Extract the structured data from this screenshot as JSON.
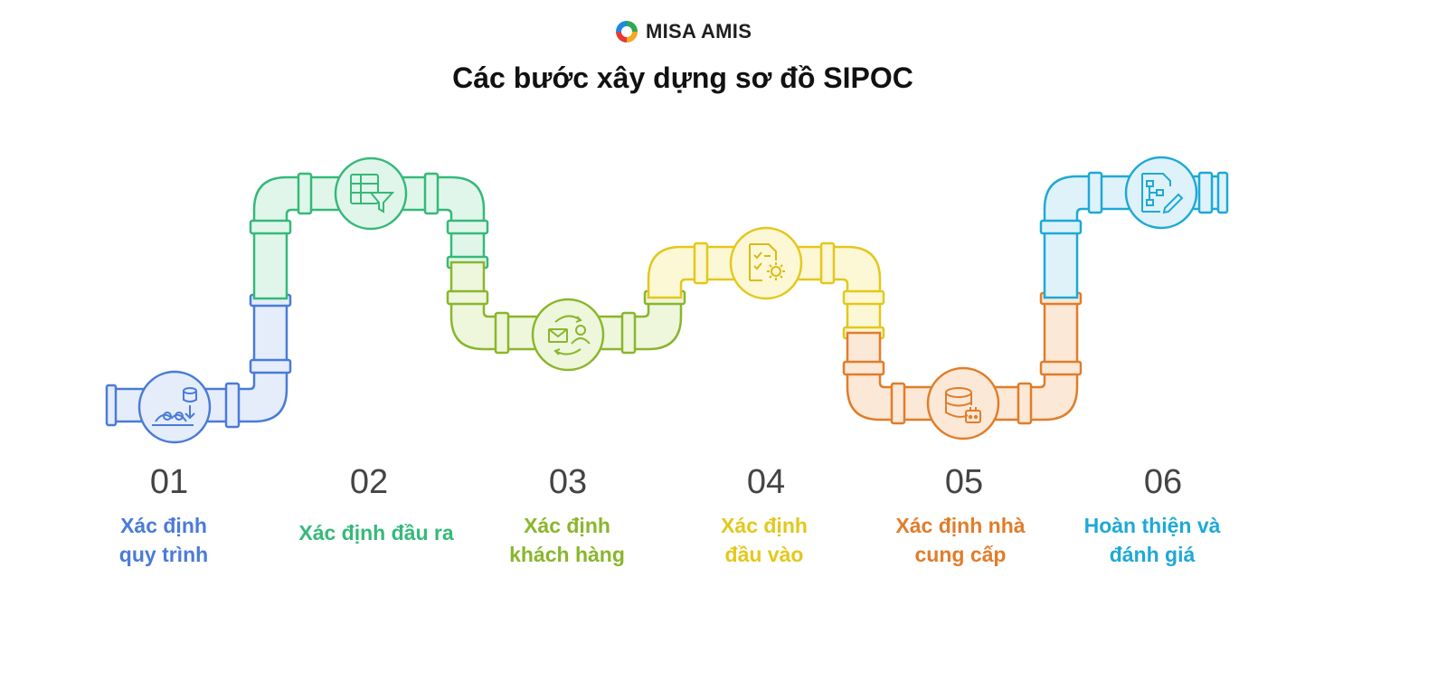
{
  "brand": {
    "name": "MISA AMIS"
  },
  "title": "Các bước xây dựng sơ đồ SIPOC",
  "steps": [
    {
      "number": "01",
      "label": "Xác định\nquy trình",
      "color": "#4a7bd8",
      "icon": "process-database-icon"
    },
    {
      "number": "02",
      "label": "Xác định đầu ra",
      "color": "#35b97a",
      "icon": "table-filter-icon"
    },
    {
      "number": "03",
      "label": "Xác định\nkhách hàng",
      "color": "#8ab62c",
      "icon": "customer-exchange-icon"
    },
    {
      "number": "04",
      "label": "Xác định\nđầu vào",
      "color": "#e3c81c",
      "icon": "checklist-gear-icon"
    },
    {
      "number": "05",
      "label": "Xác định nhà\ncung cấp",
      "color": "#e07d2a",
      "icon": "database-plug-icon"
    },
    {
      "number": "06",
      "label": "Hoàn thiện và\nđánh giá",
      "color": "#1ea9d6",
      "icon": "flowchart-edit-icon"
    }
  ]
}
